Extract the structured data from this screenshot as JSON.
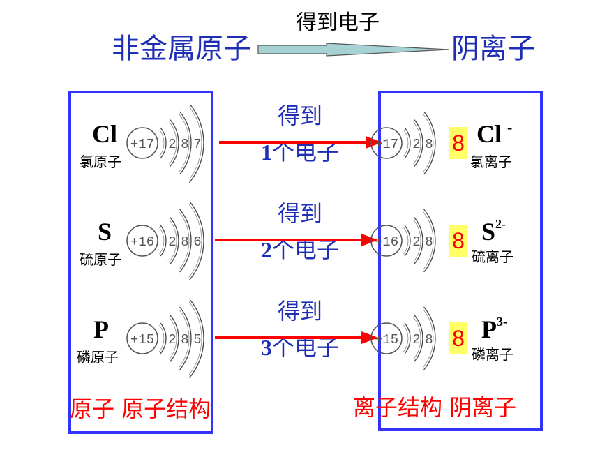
{
  "header": {
    "left": "非金属原子",
    "arrow_label": "得到电子",
    "right": "阴离子"
  },
  "rows": [
    {
      "symbol": "Cl",
      "atom_name": "氯原子",
      "nucleus": "+17",
      "shells": [
        "2",
        "8",
        "7"
      ],
      "gain_line1": "得到",
      "gain_count": "1",
      "gain_line2": "个电子",
      "ion_nucleus": "+17",
      "ion_shells": [
        "2",
        "8"
      ],
      "ion_outer": "8",
      "ion_symbol": "Cl",
      "ion_charge": "-",
      "ion_name": "氯离子"
    },
    {
      "symbol": "S",
      "atom_name": "硫原子",
      "nucleus": "+16",
      "shells": [
        "2",
        "8",
        "6"
      ],
      "gain_line1": "得到",
      "gain_count": "2",
      "gain_line2": "个电子",
      "ion_nucleus": "+16",
      "ion_shells": [
        "2",
        "8"
      ],
      "ion_outer": "8",
      "ion_symbol": "S",
      "ion_charge": "2-",
      "ion_name": "硫离子"
    },
    {
      "symbol": "P",
      "atom_name": "磷原子",
      "nucleus": "+15",
      "shells": [
        "2",
        "8",
        "5"
      ],
      "gain_line1": "得到",
      "gain_count": "3",
      "gain_line2": "个电子",
      "ion_nucleus": "+15",
      "ion_shells": [
        "2",
        "8"
      ],
      "ion_outer": "8",
      "ion_symbol": "P",
      "ion_charge": "3-",
      "ion_name": "磷离子"
    }
  ],
  "footer": {
    "left": "原子 原子结构",
    "right": "离子结构 阴离子"
  },
  "colors": {
    "title_blue": "#1f2fb5",
    "box_border": "#3333ff",
    "arrow_red": "#ff0000",
    "highlight": "#ffff66"
  }
}
